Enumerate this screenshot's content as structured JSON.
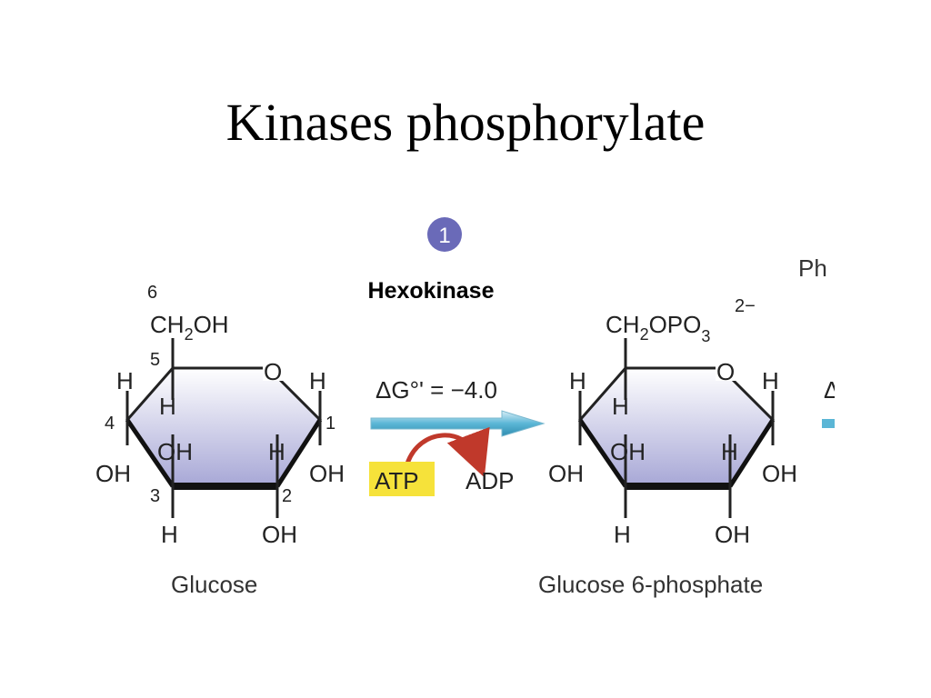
{
  "slide": {
    "title": "Kinases phosphorylate"
  },
  "reaction": {
    "step_number": "1",
    "enzyme": "Hexokinase",
    "delta_g_label": "ΔG°' = −4.0",
    "cofactor_in": "ATP",
    "cofactor_out": "ADP",
    "next_enzyme_partial": "Ph",
    "next_delta_partial": "Δ"
  },
  "glucose": {
    "name": "Glucose",
    "c6_substituent_prefix": "CH",
    "c6_substituent_sub": "2",
    "c6_substituent_suffix": "OH",
    "ring_oxygen": "O",
    "carbon_numbers": {
      "c1": "1",
      "c2": "2",
      "c3": "3",
      "c4": "4",
      "c5": "5",
      "c6": "6"
    },
    "atoms": {
      "h_c5": "H",
      "h_c4_top": "H",
      "oh_c4": "OH",
      "oh_c3_top": "OH",
      "h_c3": "H",
      "h_c2_top": "H",
      "oh_c2": "OH",
      "h_c1": "H",
      "oh_c1": "OH"
    }
  },
  "product": {
    "name": "Glucose 6-phosphate",
    "c6_substituent_prefix": "CH",
    "c6_substituent_sub": "2",
    "c6_substituent_mid": "OPO",
    "c6_substituent_sub2": "3",
    "c6_substituent_charge": "2−",
    "ring_oxygen": "O",
    "atoms": {
      "h_c5": "H",
      "h_c4_top": "H",
      "oh_c4": "OH",
      "oh_c3_top": "OH",
      "h_c3": "H",
      "h_c2_top": "H",
      "oh_c2": "OH",
      "h_c1": "H",
      "oh_c1": "OH"
    }
  },
  "colors": {
    "ring_top": "#ffffff",
    "ring_bottom": "#a7a7d6",
    "step_badge": "#6a6ab8",
    "atp_highlight": "#f6e23a",
    "reaction_arrow": "#5bb6d6",
    "curved_arrow": "#c0392b"
  }
}
